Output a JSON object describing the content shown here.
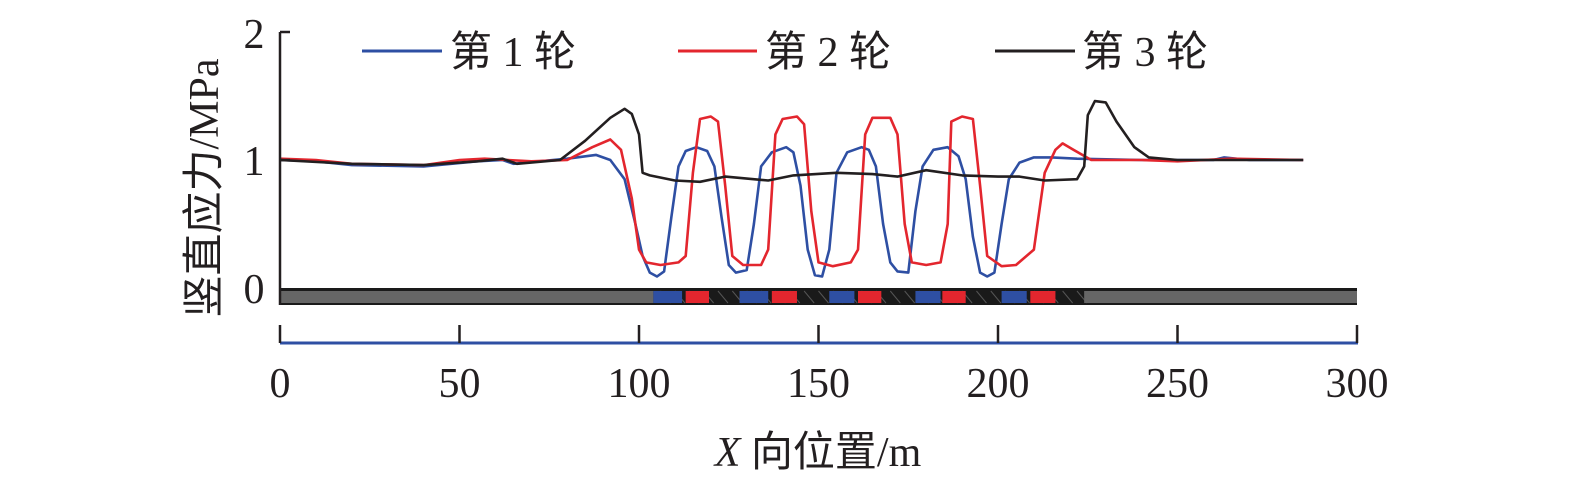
{
  "chart_data": {
    "type": "line",
    "title": "",
    "xlabel_italic": "X",
    "xlabel_rest": " 向位置/m",
    "ylabel": "竖直应力/MPa",
    "xlim": [
      0,
      300
    ],
    "ylim": [
      0,
      2
    ],
    "xticks": [
      "0",
      "50",
      "100",
      "150",
      "200",
      "250",
      "300"
    ],
    "xtick_values": [
      0,
      50,
      100,
      150,
      200,
      250,
      300
    ],
    "yticks": [
      "0",
      "1",
      "2"
    ],
    "ytick_values": [
      0,
      1,
      2
    ],
    "grid": false,
    "legend_position": "top",
    "series": [
      {
        "name": "第 1 轮",
        "color": "#2e4fa3",
        "points": [
          [
            0,
            1.0
          ],
          [
            10,
            0.99
          ],
          [
            20,
            0.96
          ],
          [
            40,
            0.95
          ],
          [
            55,
            0.99
          ],
          [
            62,
            1.0
          ],
          [
            65,
            0.97
          ],
          [
            80,
            1.01
          ],
          [
            88,
            1.04
          ],
          [
            92,
            1.0
          ],
          [
            96,
            0.85
          ],
          [
            99,
            0.5
          ],
          [
            101,
            0.25
          ],
          [
            103,
            0.12
          ],
          [
            105,
            0.09
          ],
          [
            107,
            0.13
          ],
          [
            109,
            0.55
          ],
          [
            111,
            0.95
          ],
          [
            113,
            1.07
          ],
          [
            116,
            1.1
          ],
          [
            119,
            1.07
          ],
          [
            121,
            0.95
          ],
          [
            123,
            0.55
          ],
          [
            125,
            0.18
          ],
          [
            127,
            0.12
          ],
          [
            130,
            0.14
          ],
          [
            132,
            0.5
          ],
          [
            134,
            0.95
          ],
          [
            137,
            1.06
          ],
          [
            141,
            1.1
          ],
          [
            143,
            1.06
          ],
          [
            145,
            0.8
          ],
          [
            147,
            0.3
          ],
          [
            149,
            0.1
          ],
          [
            151,
            0.09
          ],
          [
            153,
            0.3
          ],
          [
            155,
            0.9
          ],
          [
            158,
            1.06
          ],
          [
            162,
            1.1
          ],
          [
            164,
            1.08
          ],
          [
            166,
            0.95
          ],
          [
            168,
            0.5
          ],
          [
            170,
            0.2
          ],
          [
            172,
            0.13
          ],
          [
            175,
            0.12
          ],
          [
            177,
            0.6
          ],
          [
            179,
            0.95
          ],
          [
            182,
            1.08
          ],
          [
            186,
            1.1
          ],
          [
            189,
            1.03
          ],
          [
            191,
            0.85
          ],
          [
            193,
            0.4
          ],
          [
            195,
            0.12
          ],
          [
            197,
            0.09
          ],
          [
            199,
            0.12
          ],
          [
            201,
            0.5
          ],
          [
            203,
            0.85
          ],
          [
            206,
            0.98
          ],
          [
            210,
            1.02
          ],
          [
            215,
            1.02
          ],
          [
            222,
            1.01
          ],
          [
            240,
            1.0
          ],
          [
            260,
            1.0
          ],
          [
            263,
            1.02
          ],
          [
            270,
            1.0
          ],
          [
            285,
            1.0
          ]
        ]
      },
      {
        "name": "第 2 轮",
        "color": "#e3262e",
        "points": [
          [
            0,
            1.01
          ],
          [
            10,
            1.0
          ],
          [
            20,
            0.97
          ],
          [
            40,
            0.96
          ],
          [
            50,
            1.0
          ],
          [
            57,
            1.01
          ],
          [
            70,
            0.99
          ],
          [
            80,
            1.0
          ],
          [
            87,
            1.1
          ],
          [
            92,
            1.16
          ],
          [
            95,
            1.08
          ],
          [
            98,
            0.7
          ],
          [
            100,
            0.3
          ],
          [
            102,
            0.2
          ],
          [
            106,
            0.18
          ],
          [
            111,
            0.2
          ],
          [
            113,
            0.25
          ],
          [
            115,
            0.9
          ],
          [
            117,
            1.32
          ],
          [
            120,
            1.34
          ],
          [
            122,
            1.3
          ],
          [
            124,
            0.8
          ],
          [
            126,
            0.25
          ],
          [
            129,
            0.18
          ],
          [
            134,
            0.18
          ],
          [
            136,
            0.3
          ],
          [
            138,
            1.2
          ],
          [
            140,
            1.32
          ],
          [
            144,
            1.34
          ],
          [
            146,
            1.28
          ],
          [
            148,
            0.6
          ],
          [
            150,
            0.2
          ],
          [
            154,
            0.17
          ],
          [
            159,
            0.2
          ],
          [
            161,
            0.3
          ],
          [
            163,
            1.2
          ],
          [
            165,
            1.33
          ],
          [
            170,
            1.33
          ],
          [
            172,
            1.2
          ],
          [
            174,
            0.5
          ],
          [
            176,
            0.2
          ],
          [
            180,
            0.18
          ],
          [
            184,
            0.2
          ],
          [
            186,
            0.5
          ],
          [
            187,
            1.3
          ],
          [
            190,
            1.34
          ],
          [
            193,
            1.32
          ],
          [
            195,
            0.8
          ],
          [
            197,
            0.25
          ],
          [
            201,
            0.17
          ],
          [
            205,
            0.18
          ],
          [
            210,
            0.3
          ],
          [
            213,
            0.9
          ],
          [
            216,
            1.08
          ],
          [
            218,
            1.13
          ],
          [
            221,
            1.08
          ],
          [
            226,
            1.0
          ],
          [
            240,
            1.0
          ],
          [
            250,
            0.99
          ],
          [
            265,
            1.01
          ],
          [
            285,
            1.0
          ]
        ]
      },
      {
        "name": "第 3 轮",
        "color": "#231f20",
        "points": [
          [
            0,
            1.0
          ],
          [
            20,
            0.97
          ],
          [
            40,
            0.96
          ],
          [
            55,
            0.99
          ],
          [
            62,
            1.01
          ],
          [
            66,
            0.97
          ],
          [
            78,
            1.0
          ],
          [
            85,
            1.15
          ],
          [
            92,
            1.33
          ],
          [
            96,
            1.4
          ],
          [
            98,
            1.36
          ],
          [
            100,
            1.2
          ],
          [
            101,
            0.9
          ],
          [
            103,
            0.88
          ],
          [
            110,
            0.84
          ],
          [
            117,
            0.83
          ],
          [
            124,
            0.87
          ],
          [
            136,
            0.84
          ],
          [
            143,
            0.88
          ],
          [
            155,
            0.9
          ],
          [
            165,
            0.89
          ],
          [
            172,
            0.87
          ],
          [
            180,
            0.92
          ],
          [
            190,
            0.88
          ],
          [
            200,
            0.87
          ],
          [
            206,
            0.87
          ],
          [
            213,
            0.84
          ],
          [
            222,
            0.85
          ],
          [
            224,
            0.95
          ],
          [
            225,
            1.35
          ],
          [
            227,
            1.46
          ],
          [
            230,
            1.45
          ],
          [
            233,
            1.3
          ],
          [
            238,
            1.1
          ],
          [
            242,
            1.02
          ],
          [
            250,
            1.0
          ],
          [
            260,
            1.0
          ],
          [
            285,
            1.0
          ]
        ]
      }
    ],
    "strip": {
      "base_color": "#1a1a1a",
      "blocks": [
        {
          "from": 0,
          "to": 104,
          "color": "#666666"
        },
        {
          "from": 104,
          "to": 112,
          "color": "#2e4fa3"
        },
        {
          "from": 113,
          "to": 119.5,
          "color": "#e3262e"
        },
        {
          "from": 128,
          "to": 136,
          "color": "#2e4fa3"
        },
        {
          "from": 137,
          "to": 144,
          "color": "#e3262e"
        },
        {
          "from": 153,
          "to": 160,
          "color": "#2e4fa3"
        },
        {
          "from": 161,
          "to": 167.5,
          "color": "#e3262e"
        },
        {
          "from": 177,
          "to": 184,
          "color": "#2e4fa3"
        },
        {
          "from": 184.5,
          "to": 191,
          "color": "#e3262e"
        },
        {
          "from": 201,
          "to": 208,
          "color": "#2e4fa3"
        },
        {
          "from": 209,
          "to": 216,
          "color": "#e3262e"
        },
        {
          "from": 224,
          "to": 300,
          "color": "#666666"
        }
      ]
    }
  }
}
